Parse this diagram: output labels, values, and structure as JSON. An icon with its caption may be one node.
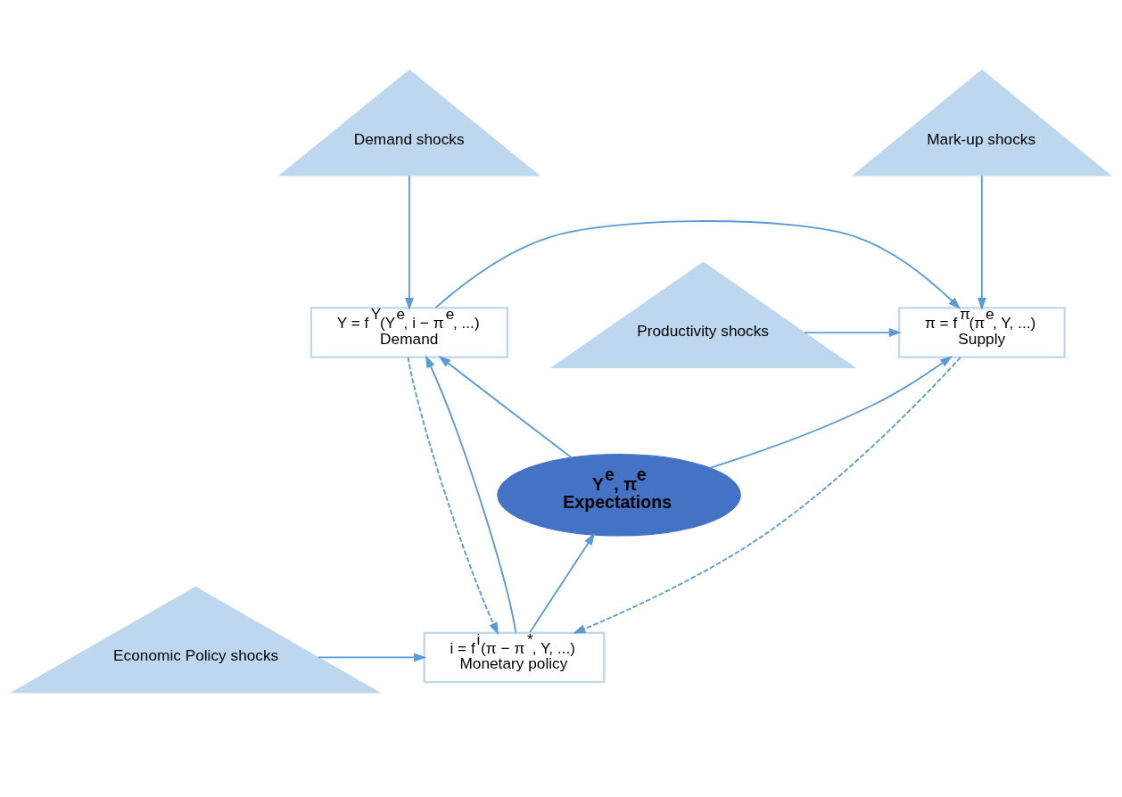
{
  "diagram": {
    "nodes": [
      {
        "text": [
          "Demand shocks"
        ]
      },
      {
        "text": [
          "Mark-up shocks"
        ]
      },
      {
        "text": [
          "Y = f$^{Y}$(Y$^{e}$, i − π$^{e}$, ...)",
          "Demand"
        ]
      },
      {
        "text": [
          "Productivity shocks"
        ]
      },
      {
        "text": [
          "π = f$^{π}$(π$^{e}$, Y, ...)",
          "Supply"
        ]
      },
      {
        "text": [
          "Y$^{e}$, π$^{e}$",
          "Expectations"
        ]
      },
      {
        "text": [
          "i = f$^{i}$(π − π$^{*}$, Y, ...)",
          "Monetary policy"
        ]
      },
      {
        "text": [
          "Economic Policy shocks"
        ]
      }
    ],
    "edges": [
      {
        "from": 0,
        "to": 2,
        "arrow": "to"
      },
      {
        "from": 1,
        "to": 4,
        "arrow": "to"
      },
      {
        "from": 2,
        "to": 4,
        "arrow": "to"
      },
      {
        "from": 3,
        "to": 4,
        "arrow": "to"
      },
      {
        "from": 5,
        "to": 2,
        "arrow": "to"
      },
      {
        "from": 5,
        "to": 4,
        "arrow": "to"
      },
      {
        "from": 2,
        "to": 6,
        "arrow": "to",
        "style": "dashed"
      },
      {
        "from": 4,
        "to": 6,
        "arrow": "to",
        "style": "dashed"
      },
      {
        "from": 6,
        "to": 2,
        "arrow": "to"
      },
      {
        "from": 6,
        "to": 5,
        "arrow": "to"
      },
      {
        "from": 7,
        "to": 6,
        "arrow": "to"
      }
    ]
  }
}
